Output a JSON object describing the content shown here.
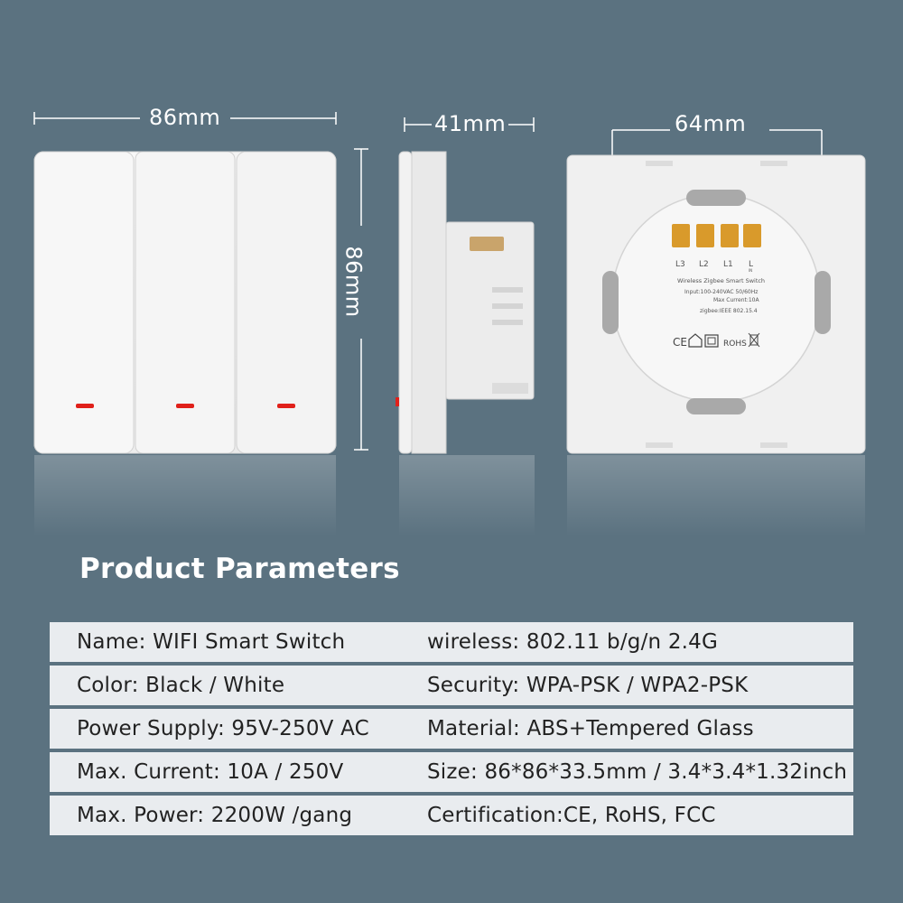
{
  "dimensions": {
    "front_width": "86mm",
    "front_height": "86mm",
    "side_depth": "41mm",
    "back_span": "64mm"
  },
  "back_label": {
    "terminals": [
      "L3",
      "L2",
      "L1",
      "L"
    ],
    "terminal_sub": "IN",
    "product_line": "Wireless Zigbee Smart Switch",
    "input_line": "Input:100-240VAC 50/60Hz",
    "current_line": "Max Current:10A",
    "protocol_line": "zigbee:IEEE 802.15.4",
    "marks": "CE",
    "rohs": "ROHS"
  },
  "section_title": "Product Parameters",
  "params": [
    {
      "left": "Name: WIFI Smart Switch",
      "right": "wireless: 802.11 b/g/n 2.4G"
    },
    {
      "left": "Color: Black / White",
      "right": "Security: WPA-PSK / WPA2-PSK"
    },
    {
      "left": "Power Supply: 95V-250V AC",
      "right": "Material: ABS+Tempered Glass"
    },
    {
      "left": "Max. Current: 10A / 250V",
      "right": "Size: 86*86*33.5mm / 3.4*3.4*1.32inch"
    },
    {
      "left": "Max. Power: 2200W /gang",
      "right": "Certification:CE, RoHS, FCC"
    }
  ],
  "colors": {
    "background": "#5b7280",
    "row": "#e9ecef",
    "indicator": "#e0201a"
  }
}
